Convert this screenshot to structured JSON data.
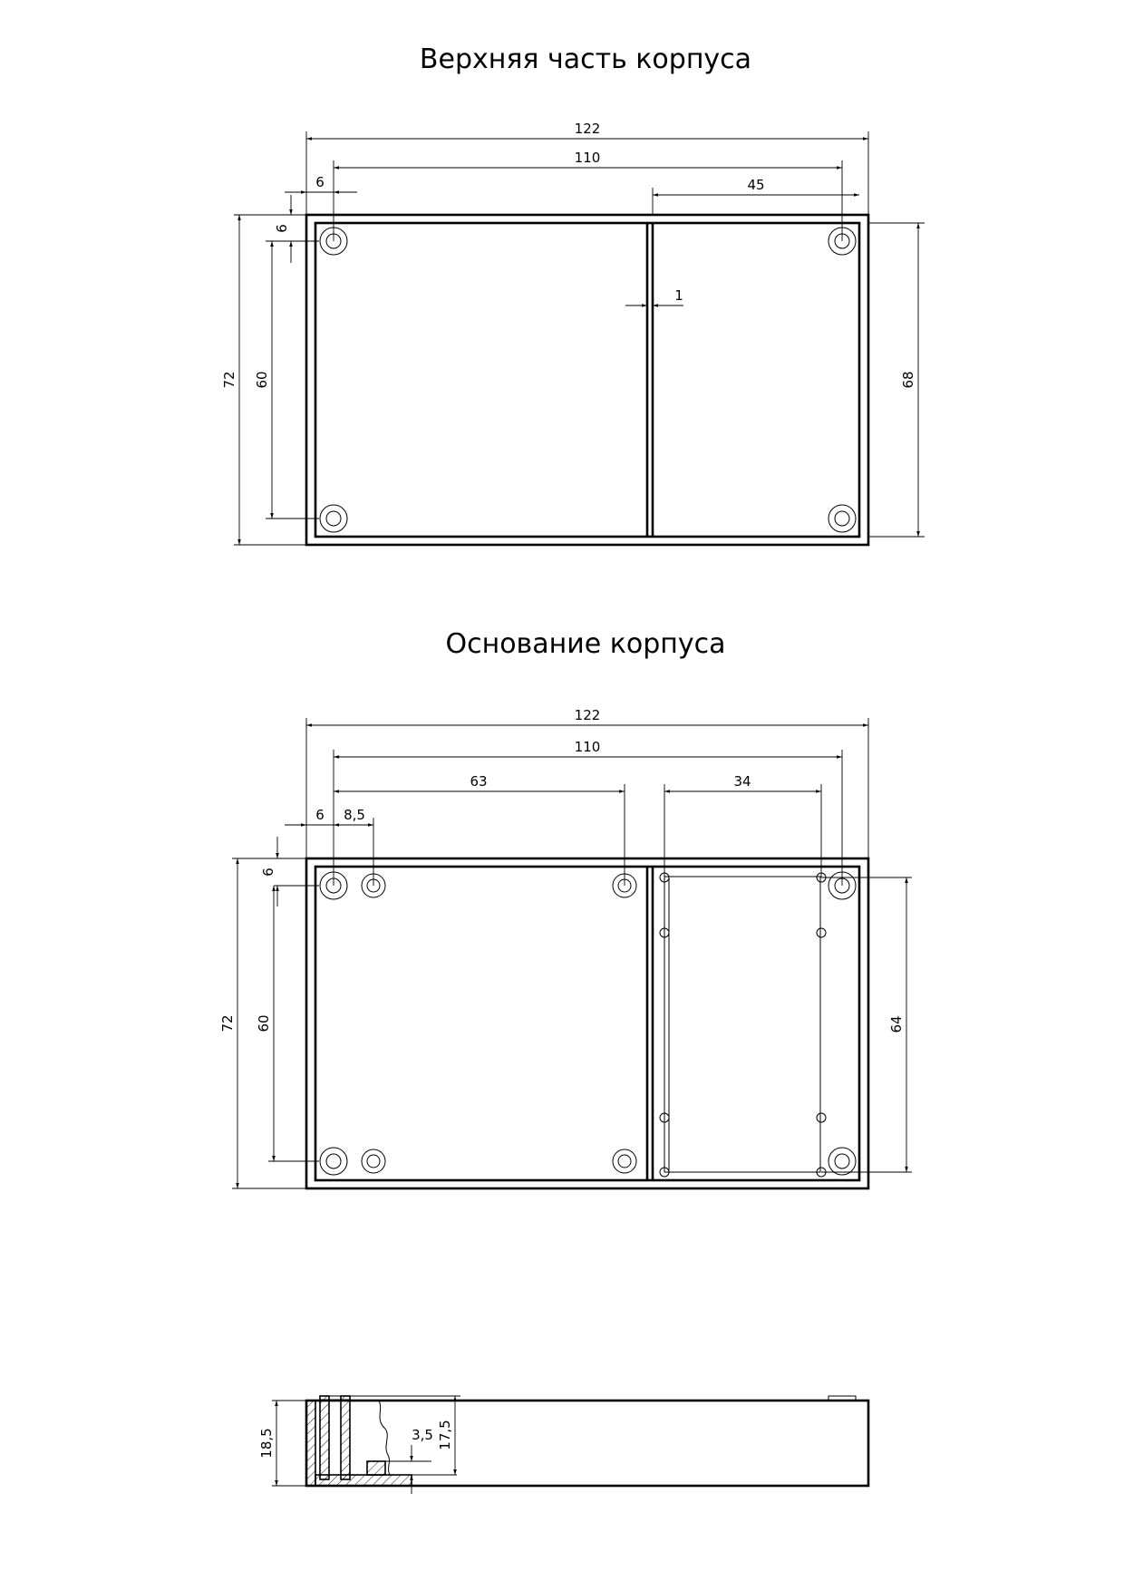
{
  "titles": {
    "top_view": "Верхняя часть корпуса",
    "base_view": "Основание корпуса"
  },
  "top_dims": {
    "overall_width": "122",
    "hole_spacing_x": "110",
    "compartment_width": "45",
    "hole_offset_x": "6",
    "hole_offset_y": "6",
    "divider": "1",
    "overall_height": "72",
    "hole_spacing_y": "60",
    "inner_height": "68"
  },
  "base_dims": {
    "overall_width": "122",
    "hole_spacing_x": "110",
    "mid_hole_x": "63",
    "board_width": "34",
    "hole_offset_x": "6",
    "second_hole_x": "8,5",
    "hole_offset_y": "6",
    "overall_height": "72",
    "hole_spacing_y": "60",
    "board_height": "64"
  },
  "side_dims": {
    "height": "18,5",
    "standoff": "3,5",
    "inner_height": "17,5"
  }
}
